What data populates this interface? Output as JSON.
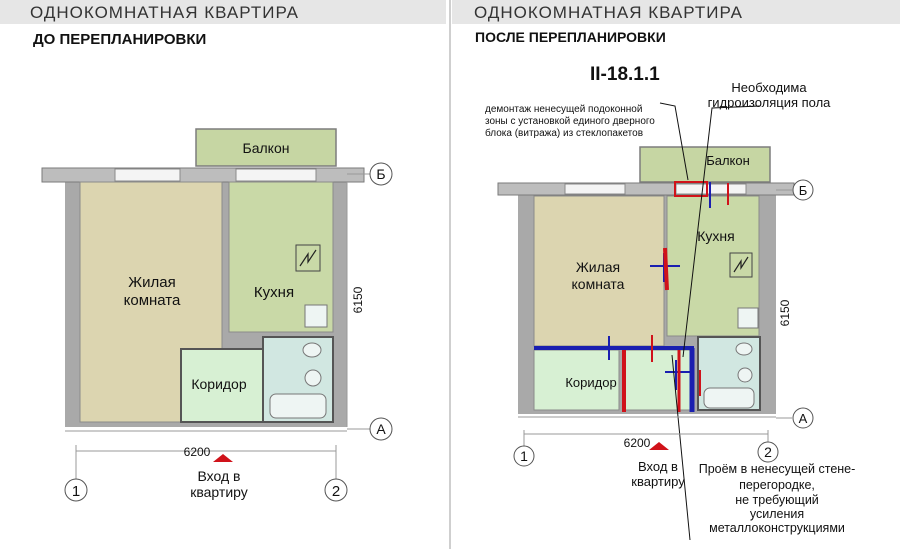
{
  "left": {
    "header": "ОДНОКОМНАТНАЯ КВАРТИРА",
    "subtitle": "ДО ПЕРЕПЛАНИРОВКИ",
    "rooms": {
      "balcony": "Балкон",
      "living_1": "Жилая",
      "living_2": "комната",
      "kitchen": "Кухня",
      "corridor": "Коридор"
    },
    "dim_width": "6200",
    "dim_depth": "6150",
    "entrance_1": "Вход в",
    "entrance_2": "квартиру",
    "axis_1": "1",
    "axis_2": "2",
    "axis_a": "А",
    "axis_b": "Б"
  },
  "right": {
    "header": "ОДНОКОМНАТНАЯ КВАРТИРА",
    "subtitle": "ПОСЛЕ ПЕРЕПЛАНИРОВКИ",
    "series": "II-18.1.1",
    "rooms": {
      "balcony": "Балкон",
      "living_1": "Жилая",
      "living_2": "комната",
      "kitchen": "Кухня",
      "corridor": "Коридор"
    },
    "note_demolition": [
      "демонтаж ненесущей подоконной",
      "зоны с установкой единого дверного",
      "блока (витража) из стеклопакетов"
    ],
    "note_waterproofing": [
      "Необходима",
      "гидроизоляция пола"
    ],
    "note_opening": [
      "Проём в ненесущей стене-",
      "перегородке,",
      "не требующий",
      "усиления",
      "металлоконструкциями"
    ],
    "dim_width": "6200",
    "dim_depth": "6150",
    "entrance_1": "Вход в",
    "entrance_2": "квартиру",
    "axis_1": "1",
    "axis_2": "2",
    "axis_a": "А",
    "axis_b": "Б"
  },
  "colors": {
    "balcony": "#c6d6a3",
    "living": "#dcd5b0",
    "kitchen": "#c9d9a7",
    "corridor": "#d7f0d3",
    "bath": "#d1e7e1",
    "wall": "#a2a2a2",
    "new_partition": "#1a1fb0",
    "demolish": "#d0121a"
  }
}
